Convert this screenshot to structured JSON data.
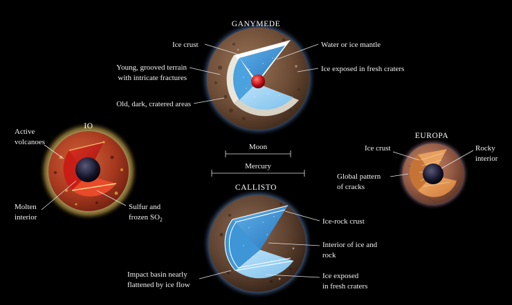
{
  "moons": {
    "ganymede": {
      "name": "GANYMEDE",
      "labels": {
        "ice_crust": "Ice crust",
        "water_mantle": "Water or ice mantle",
        "young_terrain_1": "Young, grooved terrain",
        "young_terrain_2": "with intricate fractures",
        "ice_exposed": "Ice exposed in fresh craters",
        "old_dark": "Old, dark, cratered areas"
      }
    },
    "io": {
      "name": "IO",
      "labels": {
        "active_1": "Active",
        "active_2": "volcanoes",
        "molten_1": "Molten",
        "molten_2": "interior",
        "sulfur_1": "Sulfur and",
        "sulfur_2": "frozen SO",
        "sulfur_sub": "2"
      }
    },
    "europa": {
      "name": "EUROPA",
      "labels": {
        "ice_crust": "Ice crust",
        "rocky_1": "Rocky",
        "rocky_2": "interior",
        "global_1": "Global pattern",
        "global_2": "of cracks"
      }
    },
    "callisto": {
      "name": "CALLISTO",
      "labels": {
        "ice_rock_crust": "Ice-rock crust",
        "interior_1": "Interior of ice and",
        "interior_2": "rock",
        "impact_1": "Impact basin nearly",
        "impact_2": "flattened by ice flow",
        "ice_exposed_1": "Ice exposed",
        "ice_exposed_2": "in fresh craters"
      }
    }
  },
  "scale_bars": {
    "moon": "Moon",
    "mercury": "Mercury"
  }
}
